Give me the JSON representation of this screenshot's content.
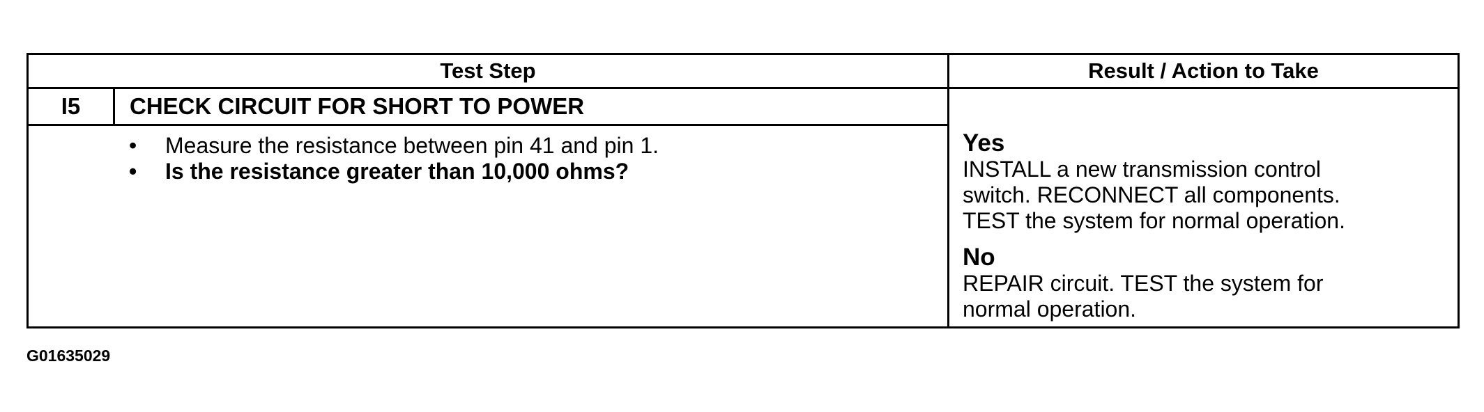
{
  "table": {
    "header": {
      "test_step": "Test Step",
      "result_action": "Result / Action to Take"
    },
    "step": {
      "number": "I5",
      "title": "CHECK CIRCUIT FOR SHORT TO POWER",
      "bullets": [
        {
          "text": "Measure the resistance between pin 41 and pin 1.",
          "bold": false
        },
        {
          "text": "Is the resistance greater than 10,000 ohms?",
          "bold": true
        }
      ]
    },
    "results": [
      {
        "label": "Yes",
        "lines": [
          "INSTALL a new transmission control",
          "switch. RECONNECT all components.",
          "TEST the system for normal operation."
        ]
      },
      {
        "label": "No",
        "lines": [
          "REPAIR circuit. TEST the system for",
          "normal operation."
        ]
      }
    ]
  },
  "figure_id": "G01635029"
}
